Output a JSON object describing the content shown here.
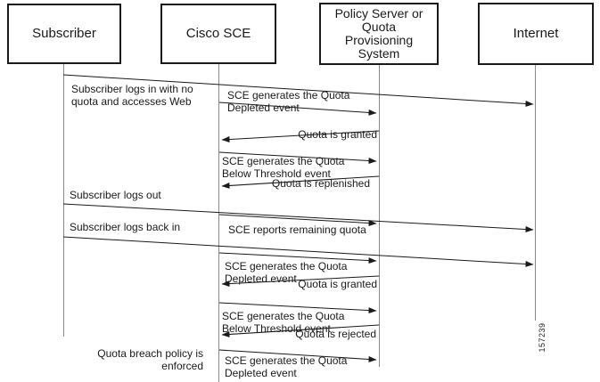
{
  "diagram": {
    "title_note": "Quota provisioning sequence diagram",
    "actors": [
      {
        "name": "Subscriber"
      },
      {
        "name": "Cisco SCE"
      },
      {
        "name": "Policy Server or\nQuota\nProvisioning\nSystem"
      },
      {
        "name": "Internet"
      }
    ],
    "messages": [
      {
        "label": "Subscriber logs in with no\nquota and accesses Web",
        "from": "Subscriber",
        "to": "Internet"
      },
      {
        "label": "SCE generates the Quota\nDepleted event",
        "from": "Cisco SCE",
        "to": "Policy Server"
      },
      {
        "label": "Quota is granted",
        "from": "Policy Server",
        "to": "Cisco SCE"
      },
      {
        "label": "SCE generates the Quota\nBelow Threshold event",
        "from": "Cisco SCE",
        "to": "Policy Server"
      },
      {
        "label": "Quota is replenished",
        "from": "Policy Server",
        "to": "Cisco SCE"
      },
      {
        "label": "Subscriber logs out",
        "from": "Subscriber",
        "to": "Internet"
      },
      {
        "label": "SCE reports remaining quota",
        "from": "Cisco SCE",
        "to": "Policy Server"
      },
      {
        "label": "Subscriber logs back in",
        "from": "Subscriber",
        "to": "Internet"
      },
      {
        "label": "SCE generates the Quota\nDepleted event",
        "from": "Cisco SCE",
        "to": "Policy Server"
      },
      {
        "label": "Quota is granted",
        "from": "Policy Server",
        "to": "Cisco SCE"
      },
      {
        "label": "SCE generates the Quota\nBelow Threshold event",
        "from": "Cisco SCE",
        "to": "Policy Server"
      },
      {
        "label": "Quota is rejected",
        "from": "Policy Server",
        "to": "Cisco SCE"
      },
      {
        "label": "Quota breach policy is\nenforced",
        "from": "",
        "to": "",
        "type": "note"
      },
      {
        "label": "SCE generates the Quota\nDepleted event",
        "from": "Cisco SCE",
        "to": "Policy Server"
      }
    ],
    "figure_number": "157239",
    "colors": {
      "background": "#ffffff",
      "line": "#1a1a1a",
      "lifeline": "#8a8a8a",
      "text": "#1a1a1a"
    }
  }
}
